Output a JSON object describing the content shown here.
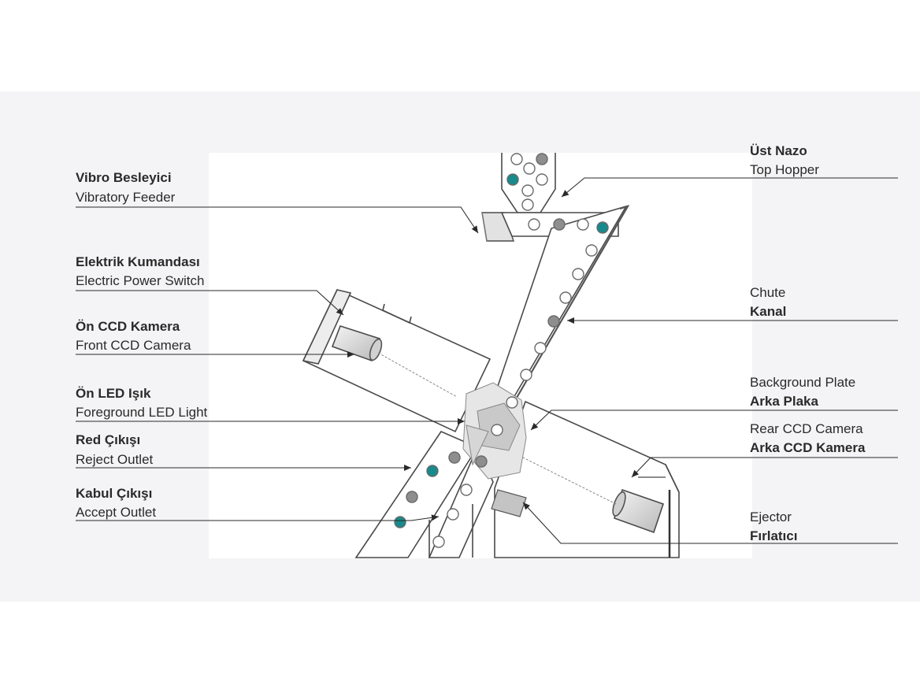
{
  "labels": {
    "vibro_tr": "Vibro Besleyici",
    "vibro_en": "Vibratory Feeder",
    "elektrik_tr": "Elektrik Kumandası",
    "elektrik_en": "Electric Power Switch",
    "on_ccd_tr": "Ön CCD Kamera",
    "on_ccd_en": "Front CCD Camera",
    "on_led_tr": "Ön LED Işık",
    "on_led_en": "Foreground LED Light",
    "red_tr": "Red Çıkışı",
    "red_en": "Reject Outlet",
    "kabul_tr": "Kabul Çıkışı",
    "kabul_en": "Accept Outlet",
    "ust_nazo_tr": "Üst Nazo",
    "ust_nazo_en": "Top Hopper",
    "chute_en": "Chute",
    "chute_tr": "Kanal",
    "bg_plate_en": "Background Plate",
    "bg_plate_tr": "Arka Plaka",
    "rear_ccd_en": "Rear CCD Camera",
    "rear_ccd_tr": "Arka CCD Kamera",
    "ejector_en": "Ejector",
    "ejector_tr": "Fırlatıcı"
  },
  "colors": {
    "panel_bg": "#f4f4f6",
    "line": "#3a3a3a",
    "teal": "#178a8c",
    "grey_dot": "#8e8e8e"
  }
}
